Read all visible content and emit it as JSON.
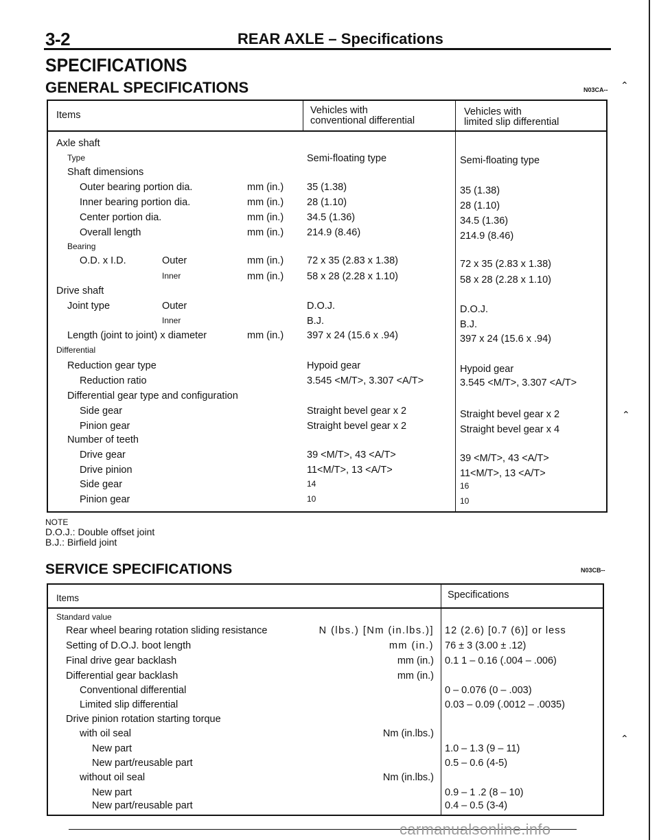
{
  "header": {
    "page_number": "3-2",
    "title": "REAR AXLE – Specifications"
  },
  "headings": {
    "main": "SPECIFICATIONS",
    "general": "GENERAL SPECIFICATIONS",
    "general_code": "N03CA--",
    "service": "SERVICE SPECIFICATIONS",
    "service_code": "N03CB--"
  },
  "general_table": {
    "header": {
      "items": "Items",
      "col_conv": [
        "Vehicles with",
        "conventional differential"
      ],
      "col_lsd": [
        "Vehicles with",
        "limited slip differential"
      ]
    },
    "rows": [
      {
        "label": "Axle shaft",
        "sub": "",
        "unit": "",
        "conv": "",
        "lsd": ""
      },
      {
        "label": "Type",
        "sub": "",
        "unit": "",
        "conv": "Semi-floating type",
        "lsd": "Semi-floating type"
      },
      {
        "label": "Shaft dimensions",
        "sub": "",
        "unit": "",
        "conv": "",
        "lsd": ""
      },
      {
        "label": "Outer bearing portion dia.",
        "sub": "",
        "unit": "mm (in.)",
        "conv": "35 (1.38)",
        "lsd": "35 (1.38)"
      },
      {
        "label": "Inner bearing portion dia.",
        "sub": "",
        "unit": "mm (in.)",
        "conv": "28 (1.10)",
        "lsd": "28 (1.10)"
      },
      {
        "label": "Center portion dia.",
        "sub": "",
        "unit": "mm (in.)",
        "conv": "34.5 (1.36)",
        "lsd": "34.5 (1.36)"
      },
      {
        "label": "Overall length",
        "sub": "",
        "unit": "mm (in.)",
        "conv": "214.9 (8.46)",
        "lsd": "214.9 (8.46)"
      },
      {
        "label": "Bearing",
        "sub": "",
        "unit": "",
        "conv": "",
        "lsd": ""
      },
      {
        "label": "O.D. x I.D.",
        "sub": "Outer",
        "unit": "mm (in.)",
        "conv": "72 x 35 (2.83 x 1.38)",
        "lsd": "72 x 35 (2.83 x 1.38)"
      },
      {
        "label": "",
        "sub": "Inner",
        "unit": "mm (in.)",
        "conv": "58 x 28 (2.28 x 1.10)",
        "lsd": "58 x 28 (2.28 x 1.10)"
      },
      {
        "label": "Drive shaft",
        "sub": "",
        "unit": "",
        "conv": "",
        "lsd": ""
      },
      {
        "label": "Joint type",
        "sub": "Outer",
        "unit": "",
        "conv": "D.O.J.",
        "lsd": "D.O.J."
      },
      {
        "label": "",
        "sub": "Inner",
        "unit": "",
        "conv": "B.J.",
        "lsd": "B.J."
      },
      {
        "label": "Length (joint to joint) x diameter",
        "sub": "",
        "unit": "mm (in.)",
        "conv": "397 x 24 (15.6 x .94)",
        "lsd": "397 x 24 (15.6 x .94)"
      },
      {
        "label": "Differential",
        "sub": "",
        "unit": "",
        "conv": "",
        "lsd": ""
      },
      {
        "label": "Reduction gear type",
        "sub": "",
        "unit": "",
        "conv": "Hypoid gear",
        "lsd": "Hypoid gear"
      },
      {
        "label": "Reduction ratio",
        "sub": "",
        "unit": "",
        "conv": "3.545 <M/T>, 3.307 <A/T>",
        "lsd": "3.545 <M/T>, 3.307 <A/T>"
      },
      {
        "label": "Differential gear type and configuration",
        "sub": "",
        "unit": "",
        "conv": "",
        "lsd": ""
      },
      {
        "label": "Side gear",
        "sub": "",
        "unit": "",
        "conv": "Straight bevel gear x 2",
        "lsd": "Straight bevel gear x 2"
      },
      {
        "label": "Pinion gear",
        "sub": "",
        "unit": "",
        "conv": "Straight bevel gear x 2",
        "lsd": "Straight bevel gear x 4"
      },
      {
        "label": "Number of teeth",
        "sub": "",
        "unit": "",
        "conv": "",
        "lsd": ""
      },
      {
        "label": "Drive gear",
        "sub": "",
        "unit": "",
        "conv": "39 <M/T>, 43 <A/T>",
        "lsd": "39 <M/T>, 43 <A/T>"
      },
      {
        "label": "Drive pinion",
        "sub": "",
        "unit": "",
        "conv": "11<M/T>, 13 <A/T>",
        "lsd": "11<M/T>, 13 <A/T>"
      },
      {
        "label": "Side gear",
        "sub": "",
        "unit": "",
        "conv": "14",
        "lsd": "16"
      },
      {
        "label": "Pinion gear",
        "sub": "",
        "unit": "",
        "conv": "10",
        "lsd": "10"
      }
    ]
  },
  "note": {
    "title": "NOTE",
    "lines": [
      "D.O.J.: Double offset joint",
      "B.J.: Birfield joint"
    ]
  },
  "service_table": {
    "header": {
      "items": "Items",
      "specs": "Specifications"
    },
    "rows": [
      {
        "label": "Standard value",
        "unit": "",
        "value": ""
      },
      {
        "label": "Rear wheel bearing rotation sliding resistance",
        "unit": "N (lbs.) [Nm (in.lbs.)]",
        "value": "12 (2.6) [0.7 (6)] or less"
      },
      {
        "label": "Setting of D.O.J. boot length",
        "unit": "mm (in.)",
        "value": "76 ± 3 (3.00 ± .12)"
      },
      {
        "label": "Final drive gear backlash",
        "unit": "mm (in.)",
        "value": "0.1 1 – 0.16 (.004 – .006)"
      },
      {
        "label": "Differential gear backlash",
        "unit": "mm (in.)",
        "value": ""
      },
      {
        "label": "Conventional differential",
        "unit": "",
        "value": "0 – 0.076 (0 – .003)"
      },
      {
        "label": "Limited slip differential",
        "unit": "",
        "value": "0.03 – 0.09 (.0012 – .0035)"
      },
      {
        "label": "Drive pinion rotation starting torque",
        "unit": "",
        "value": ""
      },
      {
        "label": "with oil seal",
        "unit": "Nm (in.lbs.)",
        "value": ""
      },
      {
        "label": "New part",
        "unit": "",
        "value": "1.0 – 1.3 (9 – 11)"
      },
      {
        "label": "New part/reusable part",
        "unit": "",
        "value": "0.5 – 0.6 (4-5)"
      },
      {
        "label": "without oil seal",
        "unit": "Nm (in.lbs.)",
        "value": ""
      },
      {
        "label": "New part",
        "unit": "",
        "value": "0.9 – 1 .2 (8 – 10)"
      },
      {
        "label": "New part/reusable part",
        "unit": "",
        "value": "0.4 – 0.5 (3-4)"
      }
    ]
  },
  "footer": {
    "watermark": "carmanualsonline.info"
  }
}
